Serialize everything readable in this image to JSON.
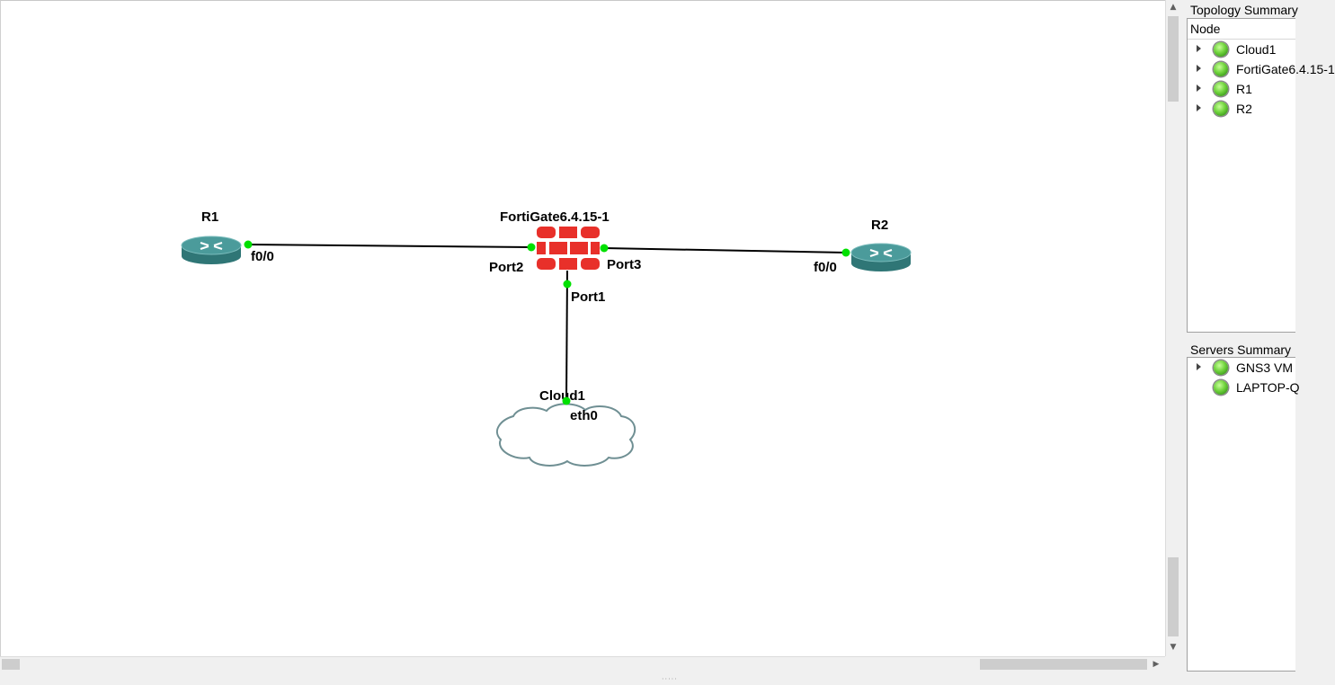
{
  "topology": {
    "nodes": [
      {
        "id": "r1",
        "label": "R1",
        "type": "router"
      },
      {
        "id": "fortigate",
        "label": "FortiGate6.4.15-1",
        "type": "firewall"
      },
      {
        "id": "r2",
        "label": "R2",
        "type": "router"
      },
      {
        "id": "cloud1",
        "label": "Cloud1",
        "type": "cloud"
      }
    ],
    "ports": {
      "r1_f00": "f0/0",
      "fg_port2": "Port2",
      "fg_port3": "Port3",
      "fg_port1": "Port1",
      "r2_f00": "f0/0",
      "cloud_eth0": "eth0"
    },
    "link_color": "#000000",
    "port_status_color": "#00e000",
    "router_color": "#3f8e8e",
    "firewall_color": "#e8302a",
    "cloud_stroke": "#6f8f93"
  },
  "topology_summary": {
    "title": "Topology Summary",
    "column_header": "Node",
    "items": [
      {
        "label": "Cloud1",
        "expandable": true,
        "status": "running"
      },
      {
        "label": "FortiGate6.4.15-1",
        "expandable": true,
        "status": "running"
      },
      {
        "label": "R1",
        "expandable": true,
        "status": "running"
      },
      {
        "label": "R2",
        "expandable": true,
        "status": "running"
      }
    ]
  },
  "servers_summary": {
    "title": "Servers Summary",
    "items": [
      {
        "label": "GNS3 VM",
        "expandable": true,
        "status": "running"
      },
      {
        "label": "LAPTOP-Q",
        "expandable": false,
        "status": "running"
      }
    ]
  },
  "icons": {
    "status": "green-led-icon",
    "expander": "triangle-right-icon",
    "scroll_up": "arrow-up-icon",
    "scroll_down": "arrow-down-icon",
    "scroll_right": "arrow-right-icon"
  }
}
